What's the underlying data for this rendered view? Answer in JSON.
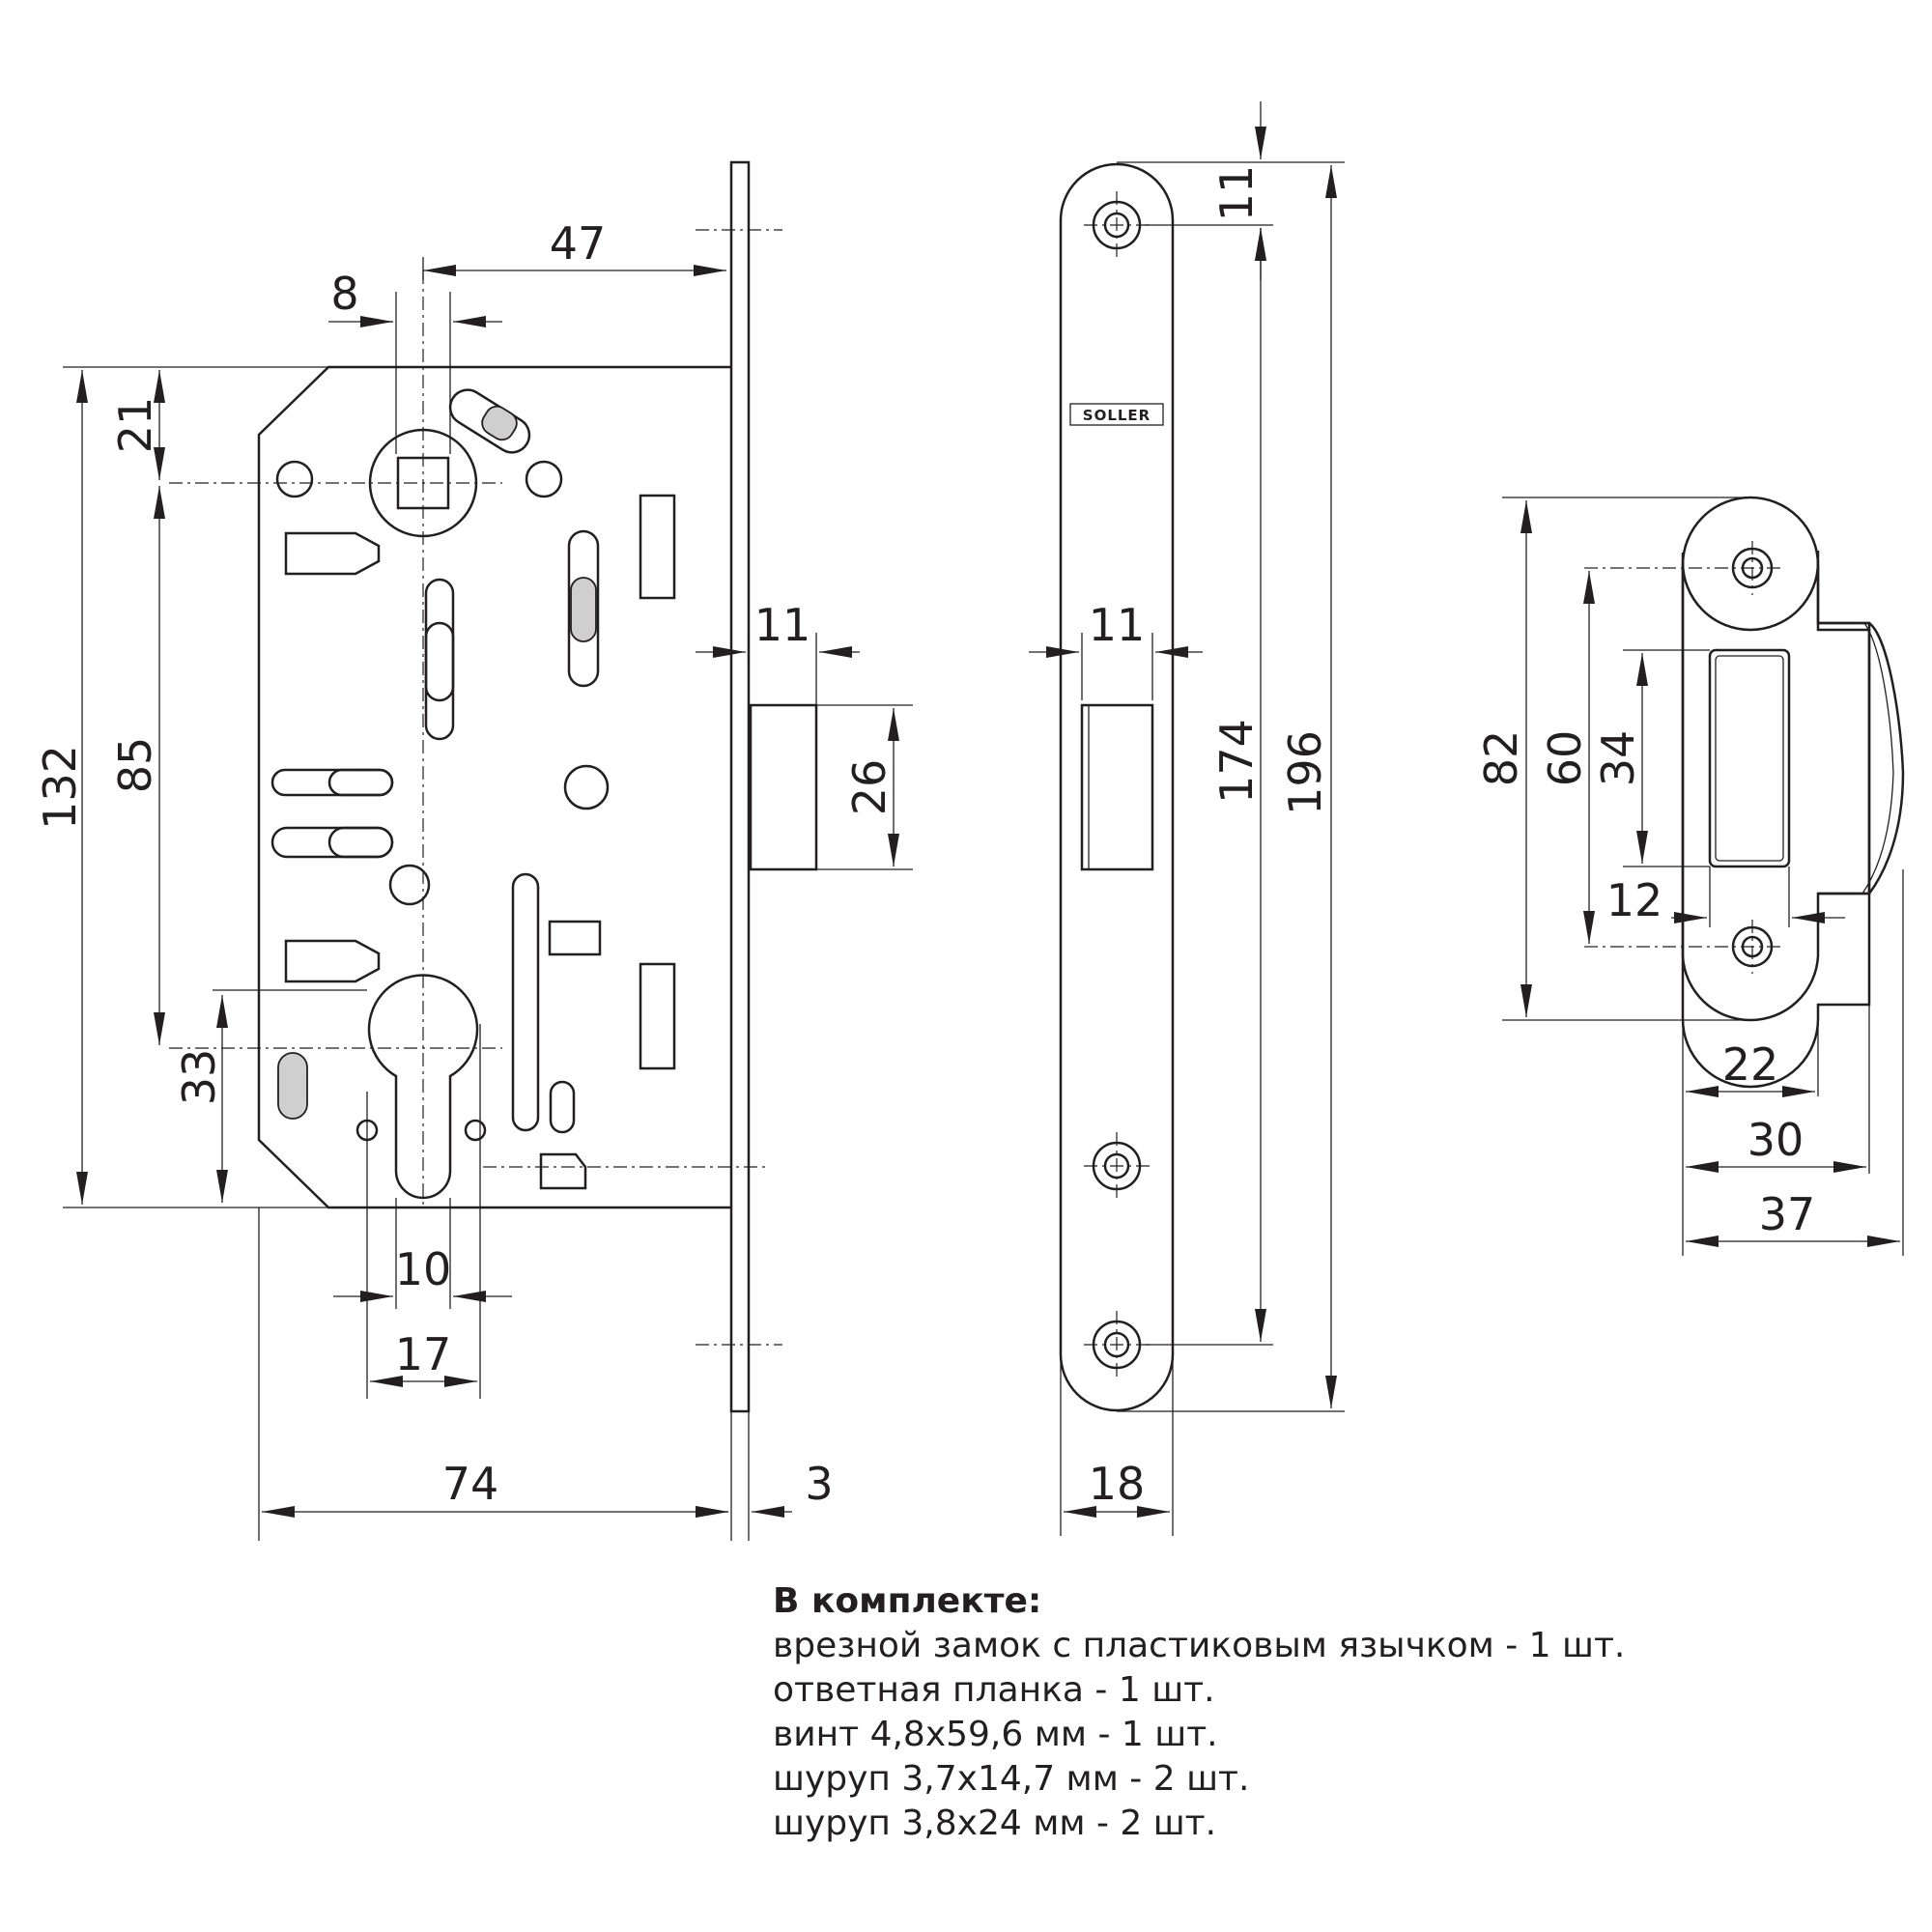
{
  "logo": "SOLLER",
  "lock_body": {
    "dims": {
      "backset_47": "47",
      "spindle_8": "8",
      "top_21": "21",
      "height_132": "132",
      "center_85": "85",
      "cyl_33": "33",
      "cyl_10": "10",
      "cyl_17": "17",
      "width_74": "74",
      "plate_3": "3",
      "latch_11": "11",
      "latch_26": "26"
    }
  },
  "faceplate": {
    "dims": {
      "latch_11": "11",
      "top_11": "11",
      "holes_174": "174",
      "length_196": "196",
      "width_18": "18"
    }
  },
  "strike_plate": {
    "dims": {
      "height_82": "82",
      "holes_60": "60",
      "slot_34": "34",
      "slot_12": "12",
      "w_22": "22",
      "w_30": "30",
      "w_37": "37"
    }
  },
  "kit": {
    "title": "В комплекте:",
    "items": [
      "врезной замок с пластиковым язычком - 1 шт.",
      "ответная планка - 1 шт.",
      "винт 4,8х59,6 мм - 1 шт.",
      "шуруп 3,7х14,7 мм - 2 шт.",
      "шуруп 3,8х24 мм - 2 шт."
    ]
  }
}
